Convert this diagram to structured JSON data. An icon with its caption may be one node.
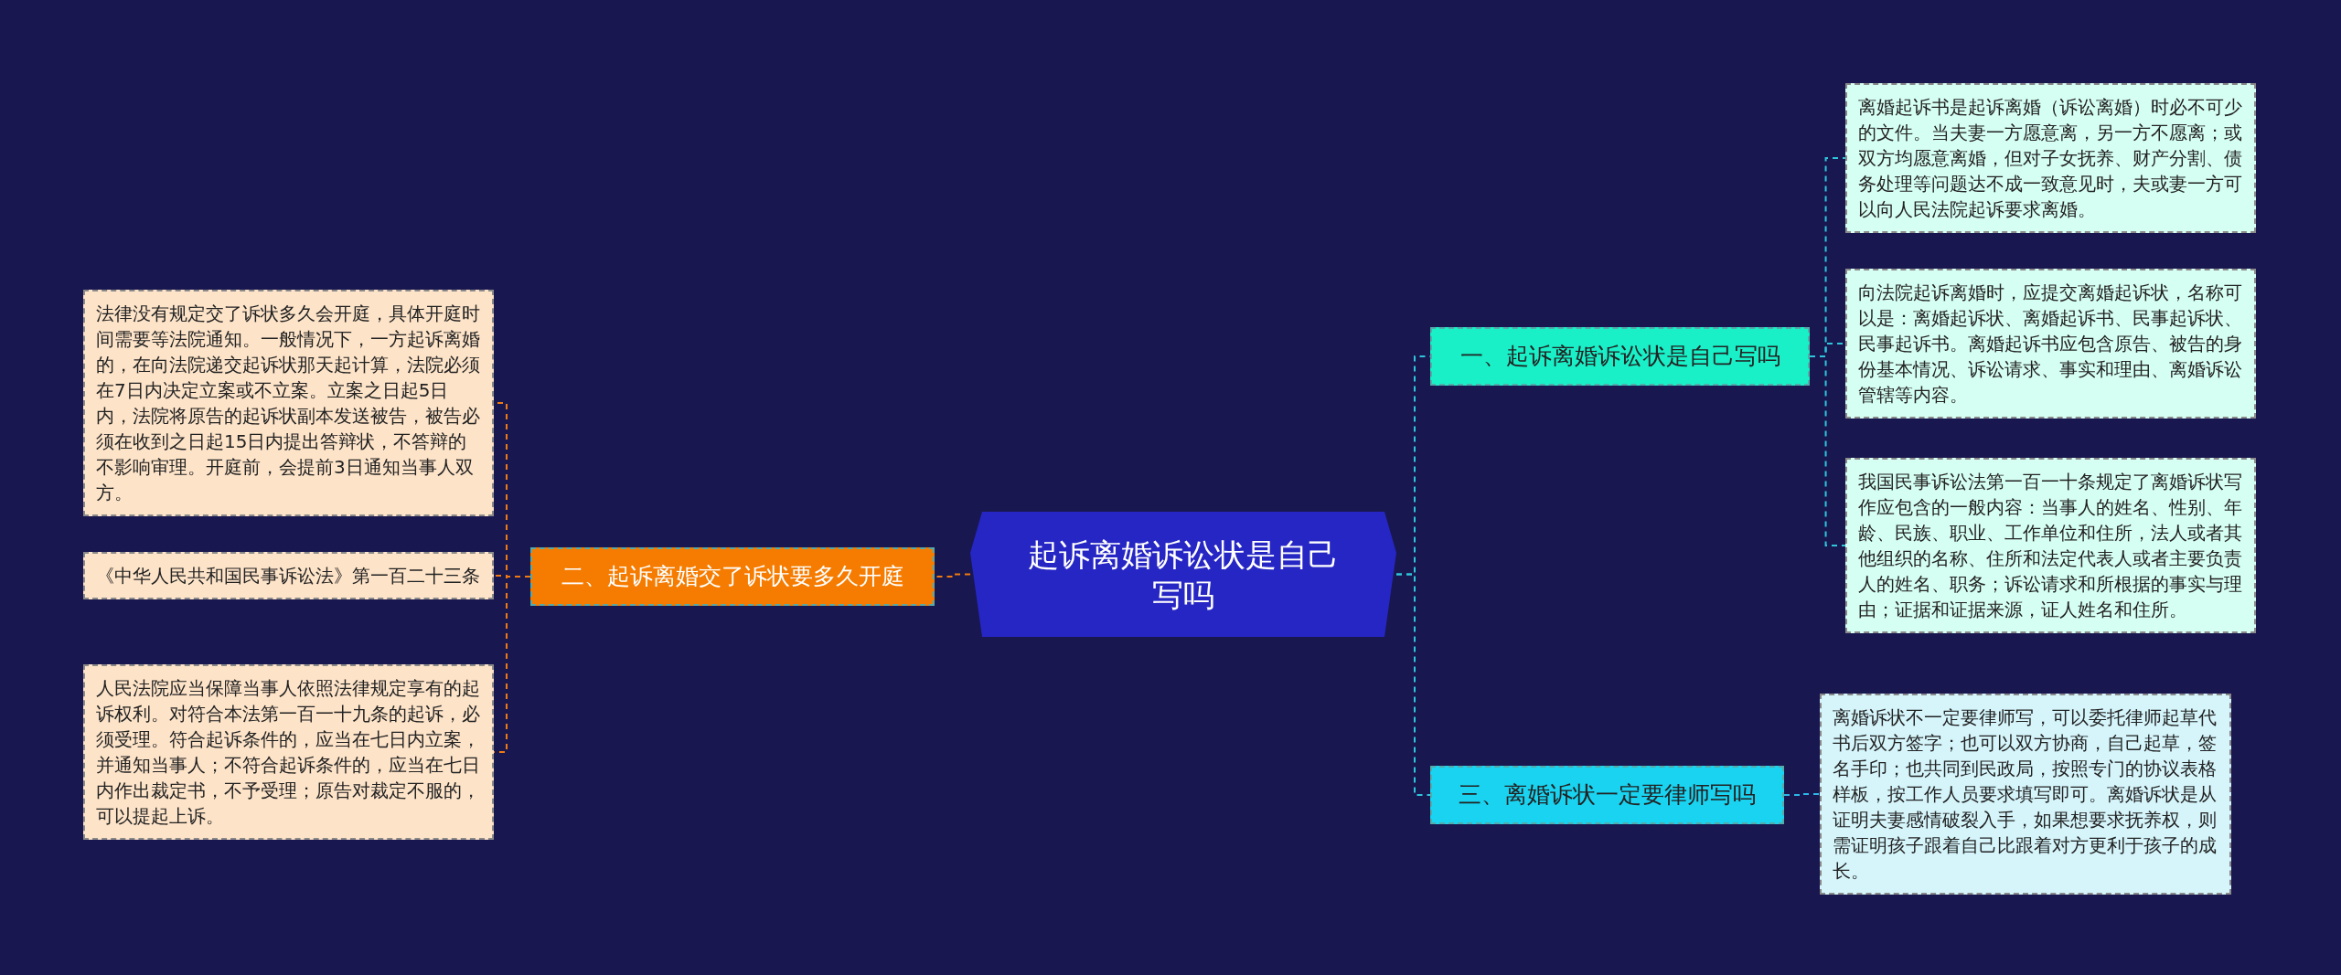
{
  "diagram": {
    "nodes": [
      {
        "text": [
          "起诉离婚诉讼状是自己写吗"
        ]
      },
      {
        "text": [
          "一、起诉离婚诉讼状是自己写吗"
        ]
      },
      {
        "text": [
          "离婚起诉书是起诉离婚（诉讼离婚）时必不可少的文件。当夫妻一方愿意离，另一方不愿离；或双方均愿意离婚，但对子女抚养、财产分割、债务处理等问题达不成一致意见时，夫或妻一方可以向人民法院起诉要求离婚。"
        ]
      },
      {
        "text": [
          "向法院起诉离婚时，应提交离婚起诉状，名称可以是：离婚起诉状、离婚起诉书、民事起诉状、民事起诉书。离婚起诉书应包含原告、被告的身份基本情况、诉讼请求、事实和理由、离婚诉讼管辖等内容。"
        ]
      },
      {
        "text": [
          "我国民事诉讼法第一百一十条规定了离婚诉状写作应包含的一般内容：当事人的姓名、性别、年龄、民族、职业、工作单位和住所，法人或者其他组织的名称、住所和法定代表人或者主要负责人的姓名、职务；诉讼请求和所根据的事实与理由；证据和证据来源，证人姓名和住所。"
        ]
      },
      {
        "text": [
          "三、离婚诉状一定要律师写吗"
        ]
      },
      {
        "text": [
          "离婚诉状不一定要律师写，可以委托律师起草代书后双方签字；也可以双方协商，自己起草，签名手印；也共同到民政局，按照专门的协议表格样板，按工作人员要求填写即可。离婚诉状是从证明夫妻感情破裂入手，如果想要求抚养权，则需证明孩子跟着自己比跟着对方更利于孩子的成长。"
        ]
      },
      {
        "text": [
          "二、起诉离婚交了诉状要多久开庭"
        ]
      },
      {
        "text": [
          "法律没有规定交了诉状多久会开庭，具体开庭时间需要等法院通知。一般情况下，一方起诉离婚的，在向法院递交起诉状那天起计算，法院必须在7日内决定立案或不立案。立案之日起5日内，法院将原告的起诉状副本发送被告，被告必须在收到之日起15日内提出答辩状，不答辩的不影响审理。开庭前，会提前3日通知当事人双方。"
        ]
      },
      {
        "text": [
          "《中华人民共和国民事诉讼法》第一百二十三条"
        ]
      },
      {
        "text": [
          "人民法院应当保障当事人依照法律规定享有的起诉权利。对符合本法第一百一十九条的起诉，必须受理。符合起诉条件的，应当在七日内立案，并通知当事人；不符合起诉条件的，应当在七日内作出裁定书，不予受理；原告对裁定不服的，可以提起上诉。"
        ]
      }
    ],
    "edges": [
      {
        "from": 0,
        "to": 1,
        "arrow": "none"
      },
      {
        "from": 1,
        "to": 2,
        "arrow": "none"
      },
      {
        "from": 1,
        "to": 3,
        "arrow": "none"
      },
      {
        "from": 1,
        "to": 4,
        "arrow": "none"
      },
      {
        "from": 0,
        "to": 5,
        "arrow": "none"
      },
      {
        "from": 5,
        "to": 6,
        "arrow": "none",
        "color": "#2bb8e8"
      },
      {
        "from": 0,
        "to": 7,
        "arrow": "none",
        "color": "#f07a10"
      },
      {
        "from": 7,
        "to": 8,
        "arrow": "none",
        "color": "#f07a10"
      },
      {
        "from": 7,
        "to": 9,
        "arrow": "none",
        "color": "#f07a10"
      },
      {
        "from": 7,
        "to": 10,
        "arrow": "none",
        "color": "#f07a10"
      }
    ]
  }
}
